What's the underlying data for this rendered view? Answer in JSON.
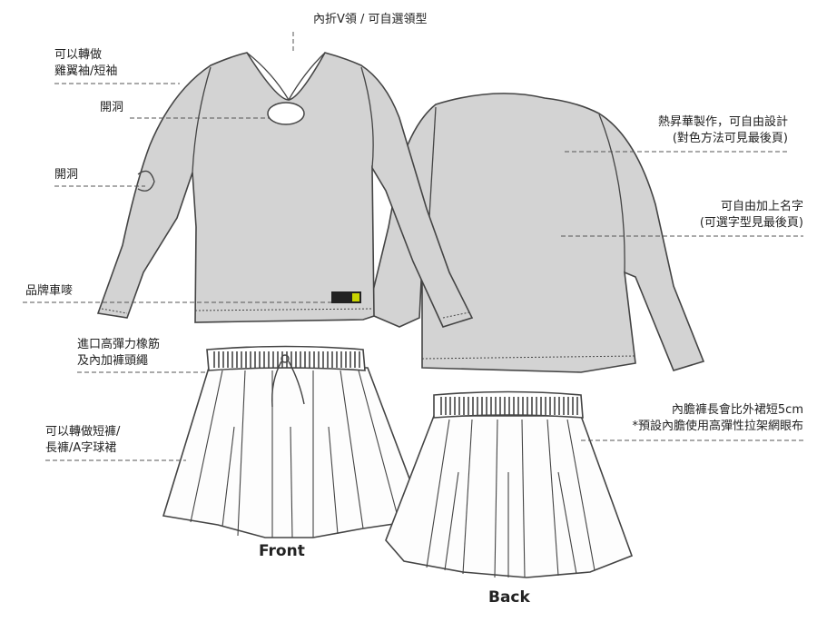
{
  "colors": {
    "garment_fill": "#d3d3d3",
    "skirt_fill": "#fdfdfd",
    "outline": "#444444",
    "leader": "#555555"
  },
  "annotations": {
    "collar": "內折V領 / 可自選領型",
    "sleeve": [
      "可以轉做",
      "雞翼袖/短袖"
    ],
    "chest_hole": "開洞",
    "side_hole": "開洞",
    "brand_logo": "品牌車嘜",
    "waistband": [
      "進口高彈力橡筋",
      "及內加褲頭繩"
    ],
    "skirt_convert": [
      "可以轉做短褲/",
      "長褲/A字球裙"
    ],
    "sublimation": [
      "熱昇華製作，可自由設計",
      "(對色方法可見最後頁)"
    ],
    "name_print": [
      "可自由加上名字",
      "(可選字型見最後頁)"
    ],
    "inner_shorts": [
      "內膽褲長會比外裙短5cm",
      "*預設內膽使用高彈性拉架網眼布"
    ]
  },
  "captions": {
    "front": "Front",
    "back": "Back"
  }
}
